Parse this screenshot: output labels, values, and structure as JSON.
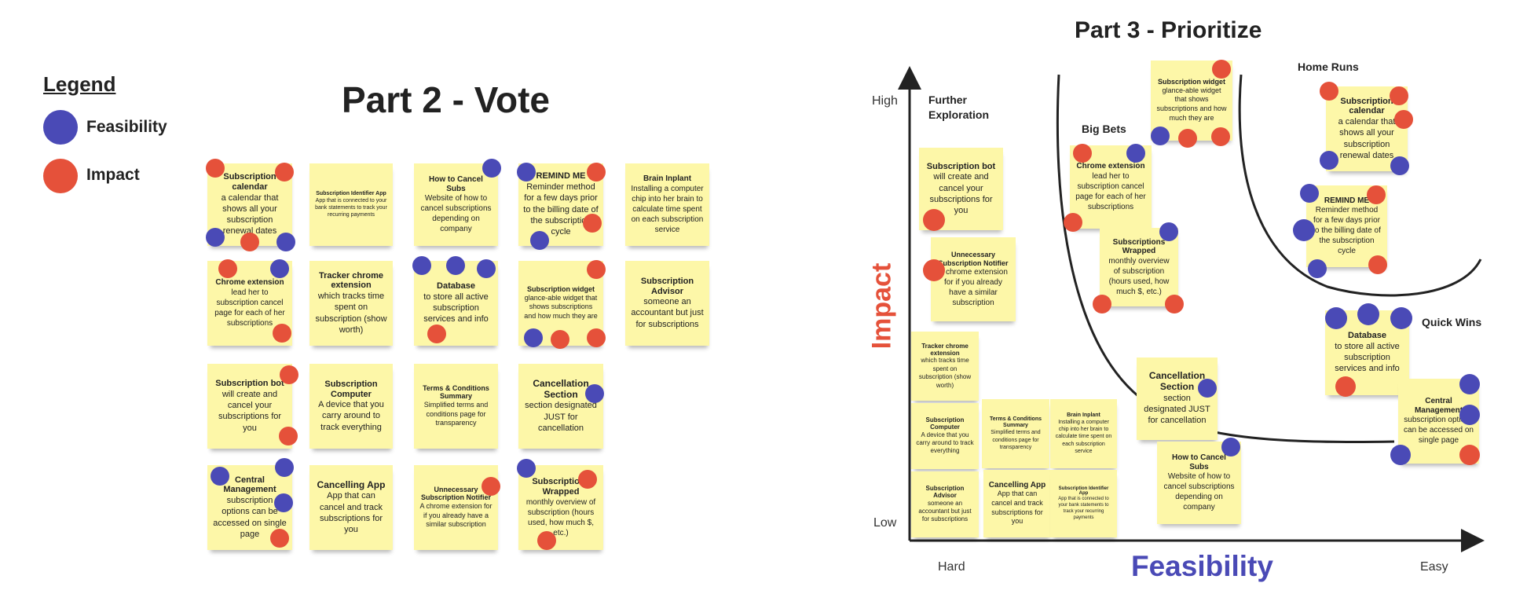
{
  "part2": {
    "title": "Part 2 - Vote"
  },
  "part3": {
    "title": "Part 3 - Prioritize"
  },
  "legend": {
    "title": "Legend",
    "feasibility": "Feasibility",
    "impact": "Impact"
  },
  "colors": {
    "feasibility": "#4a4ab6",
    "impact": "#e5513a",
    "note": "#fdf7a8"
  },
  "axes": {
    "y_label": "Impact",
    "x_label": "Feasibility",
    "high": "High",
    "low": "Low",
    "hard": "Hard",
    "easy": "Easy"
  },
  "categories": {
    "further": "Further Exploration",
    "big_bets": "Big Bets",
    "home_runs": "Home Runs",
    "quick_wins": "Quick Wins"
  },
  "notes": {
    "sub_calendar": {
      "title": "Subscription calendar",
      "body": "a calendar that shows all your subscription renewal dates"
    },
    "sub_identifier": {
      "title": "Subscription Identifier App",
      "body": "App that is connected to your bank statements to track your recurring payments"
    },
    "how_cancel": {
      "title": "How to Cancel Subs",
      "body": "Website of how to cancel subscriptions depending on company"
    },
    "remind_me": {
      "title": "REMIND ME",
      "body": "Reminder method for a few days prior to the billing date of the subscription cycle"
    },
    "brain_implant": {
      "title": "Brain Inplant",
      "body": "Installing a computer chip into her brain to calculate time spent on each subscription service"
    },
    "chrome_ext": {
      "title": "Chrome extension",
      "body": "lead her to subscription cancel page for each of her subscriptions"
    },
    "tracker": {
      "title": "Tracker chrome extension",
      "body": "which tracks time spent on subscription (show worth)"
    },
    "database": {
      "title": "Database",
      "body": "to store all active subscription services and info"
    },
    "widget": {
      "title": "Subscription widget",
      "body": "glance-able widget that shows subscriptions and how much they are"
    },
    "advisor": {
      "title": "Subscription Advisor",
      "body": "someone an accountant but just for subscriptions"
    },
    "bot": {
      "title": "Subscription bot",
      "body": "will create and cancel your subscriptions for you"
    },
    "computer": {
      "title": "Subscription Computer",
      "body": "A  device that you carry around to track everything"
    },
    "terms": {
      "title": "Terms & Conditions Summary",
      "body": "Simplified terms and conditions page for transparency"
    },
    "cancel_section": {
      "title": "Cancellation Section",
      "body": "section designated JUST for cancellation"
    },
    "central": {
      "title": "Central Management",
      "body": "subscription options can be accessed on single page"
    },
    "cancel_app": {
      "title": "Cancelling App",
      "body": "App that can cancel and track subscriptions for you"
    },
    "unnecessary": {
      "title": "Unnecessary Subscription Notifier",
      "body": "A chrome extension for if you already have a similar subscription"
    },
    "wrapped": {
      "title": "Subscriptions Wrapped",
      "body": "monthly overview of subscription (hours used, how much $, etc.)"
    }
  }
}
